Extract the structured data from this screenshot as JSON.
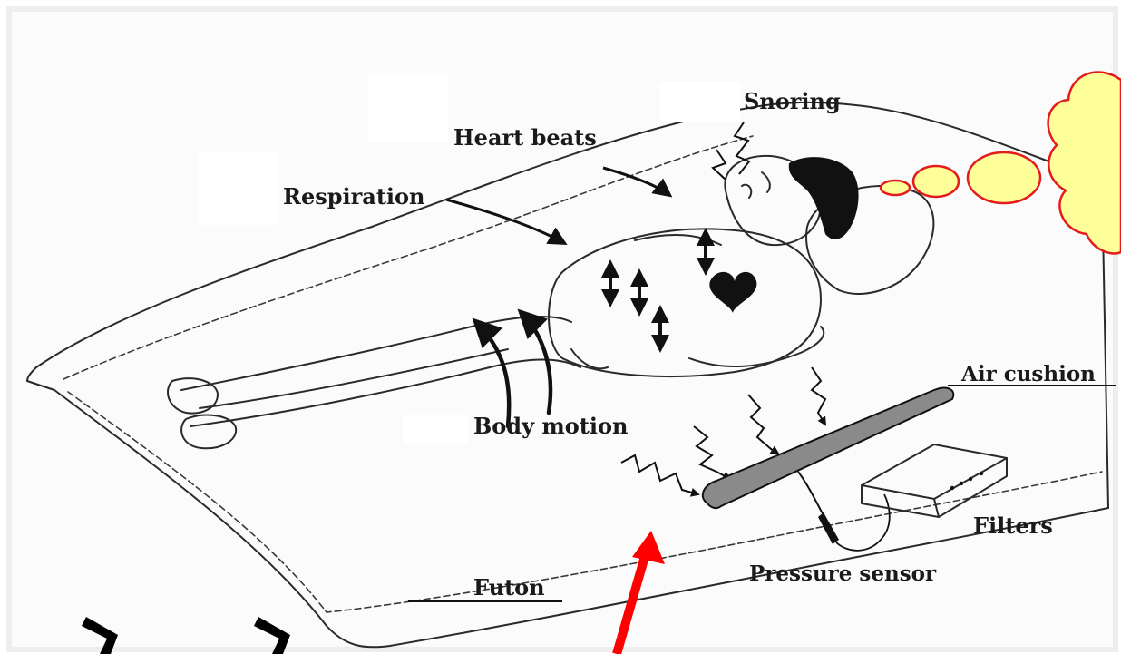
{
  "diagram": {
    "labels": {
      "heart_beats": "Heart beats",
      "snoring": "Snoring",
      "respiration": "Respiration",
      "body_motion": "Body motion",
      "air_cushion": "Air cushion",
      "filters": "Filters",
      "pressure_sensor": "Pressure sensor",
      "futon": "Futon"
    },
    "colors": {
      "background": "#ffffff",
      "frame": "#f2f2f2",
      "line_art": "#2a2a2a",
      "thought_bubble_fill": "#ffff99",
      "thought_bubble_stroke": "#e51b1b",
      "pointer_arrow": "#ff0000",
      "cushion_fill": "#8a8a8a"
    }
  }
}
